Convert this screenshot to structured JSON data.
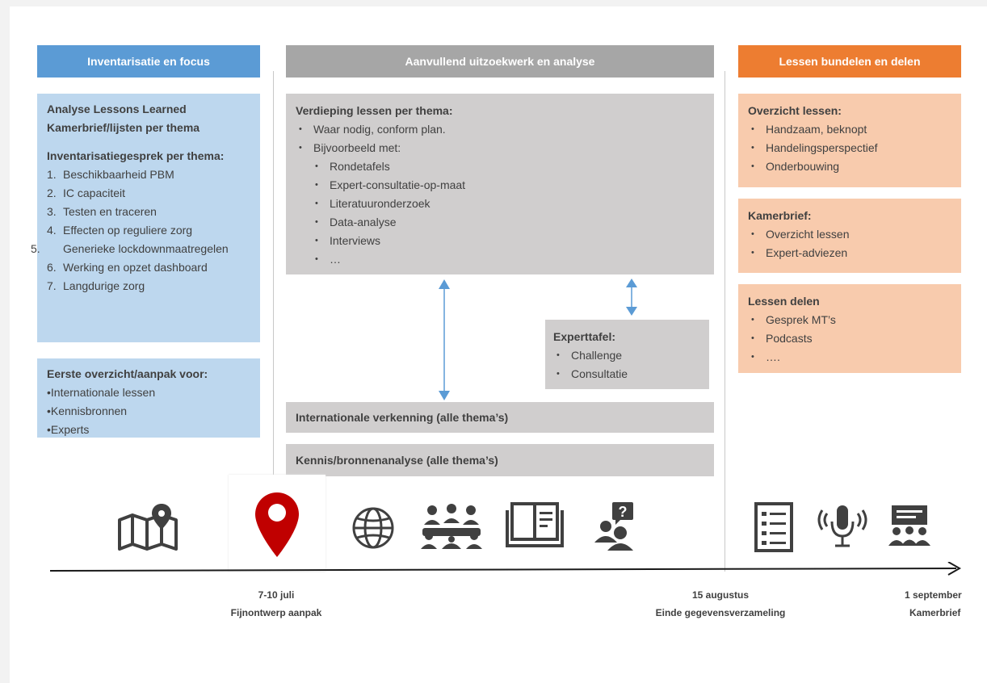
{
  "columns": {
    "left": {
      "header": "Inventarisatie en focus",
      "box1": {
        "title1": "Analyse Lessons Learned",
        "title2": "Kamerbrief/lijsten per thema",
        "subtitle": "Inventarisatiegesprek per thema:",
        "items": [
          {
            "num": "1.",
            "text": "Beschikbaarheid PBM"
          },
          {
            "num": "2.",
            "text": "IC capaciteit"
          },
          {
            "num": "3.",
            "text": "Testen en traceren"
          },
          {
            "num": "4.",
            "text": "Effecten op reguliere zorg"
          },
          {
            "num": "5.",
            "text": "Generieke lockdownmaatregelen"
          },
          {
            "num": "6.",
            "text": "Werking en opzet dashboard"
          },
          {
            "num": "7.",
            "text": "Langdurige zorg"
          }
        ]
      },
      "box2": {
        "title": "Eerste overzicht/aanpak voor:",
        "items": [
          "•Internationale lessen",
          "•Kennisbronnen",
          "•Experts"
        ]
      }
    },
    "middle": {
      "header": "Aanvullend uitzoekwerk en analyse",
      "main": {
        "title": "Verdieping lessen per thema:",
        "items": [
          "Waar nodig, conform plan.",
          "Bijvoorbeeld met:"
        ],
        "subitems": [
          "Rondetafels",
          "Expert-consultatie-op-maat",
          "Literatuuronderzoek",
          "Data-analyse",
          "Interviews",
          "…"
        ]
      },
      "expert": {
        "title": "Experttafel:",
        "items": [
          "Challenge",
          "Consultatie"
        ]
      },
      "bar1": "Internationale verkenning (alle thema’s)",
      "bar2": "Kennis/bronnenanalyse (alle thema’s)"
    },
    "right": {
      "header": "Lessen bundelen en delen",
      "box1": {
        "title": "Overzicht lessen:",
        "items": [
          "Handzaam, beknopt",
          "Handelingsperspectief",
          "Onderbouwing"
        ]
      },
      "box2": {
        "title": "Kamerbrief:",
        "items": [
          "Overzicht lessen",
          "Expert-adviezen"
        ]
      },
      "box3": {
        "title": "Lessen delen",
        "items": [
          "Gesprek MT’s",
          "Podcasts",
          "…."
        ]
      }
    }
  },
  "timeline": {
    "milestones": [
      {
        "date": "7-10 juli",
        "label": "Fijnontwerp aanpak"
      },
      {
        "date": "15 augustus",
        "label": "Einde gegevensverzameling"
      },
      {
        "date": "1 september",
        "label": "Kamerbrief"
      }
    ]
  },
  "icons": [
    "map-icon",
    "location-pin-icon",
    "globe-icon",
    "meeting-table-icon",
    "book-icon",
    "question-person-icon",
    "checklist-icon",
    "microphone-icon",
    "presentation-audience-icon"
  ],
  "colors": {
    "blue_header": "#5b9bd5",
    "blue_box": "#bdd7ee",
    "gray_header": "#a6a6a6",
    "gray_box": "#d0cece",
    "orange_header": "#ed7d31",
    "orange_box": "#f8cbad",
    "pin_red": "#c00000",
    "arrow_blue": "#5b9bd5"
  }
}
